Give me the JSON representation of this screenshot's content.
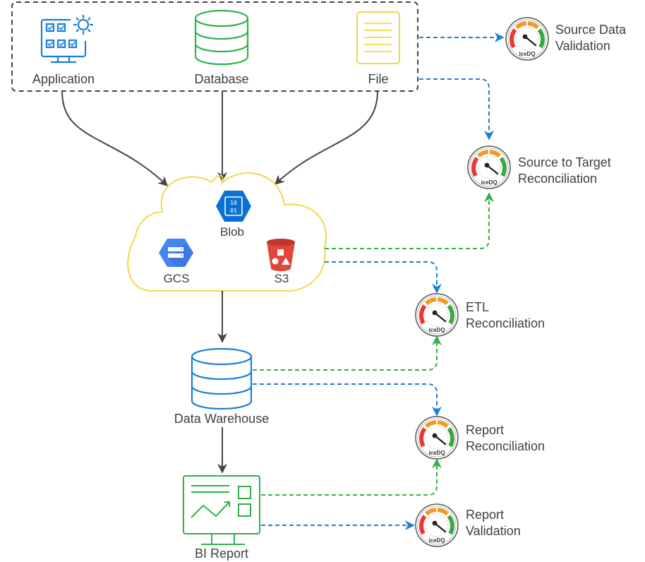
{
  "colors": {
    "blue": "#1a7fd9",
    "green": "#2db24a",
    "yellow": "#f7d64a",
    "dark": "#444444",
    "red": "#e53935",
    "orange": "#f39a26",
    "gauge_green": "#3ba844"
  },
  "sources": {
    "application": {
      "label": "Application",
      "icon": "application-settings-icon"
    },
    "database": {
      "label": "Database",
      "icon": "database-icon"
    },
    "file": {
      "label": "File",
      "icon": "file-document-icon"
    }
  },
  "cloud": {
    "blob": {
      "label": "Blob",
      "icon": "azure-blob-icon",
      "glyph_top": "10",
      "glyph_bottom": "01"
    },
    "gcs": {
      "label": "GCS",
      "icon": "gcs-icon"
    },
    "s3": {
      "label": "S3",
      "icon": "s3-bucket-icon"
    }
  },
  "warehouse": {
    "label": "Data Warehouse",
    "icon": "data-warehouse-icon"
  },
  "bi_report": {
    "label": "BI Report",
    "icon": "bi-report-icon"
  },
  "checks": [
    {
      "id": "source-data-validation",
      "line1": "Source Data",
      "line2": "Validation",
      "brand": "iceDQ"
    },
    {
      "id": "source-to-target-reconciliation",
      "line1": "Source to Target",
      "line2": "Reconciliation",
      "brand": "iceDQ"
    },
    {
      "id": "etl-reconciliation",
      "line1": "ETL",
      "line2": "Reconciliation",
      "brand": "iceDQ"
    },
    {
      "id": "report-reconciliation",
      "line1": "Report",
      "line2": "Reconciliation",
      "brand": "iceDQ"
    },
    {
      "id": "report-validation",
      "line1": "Report",
      "line2": "Validation",
      "brand": "iceDQ"
    }
  ]
}
